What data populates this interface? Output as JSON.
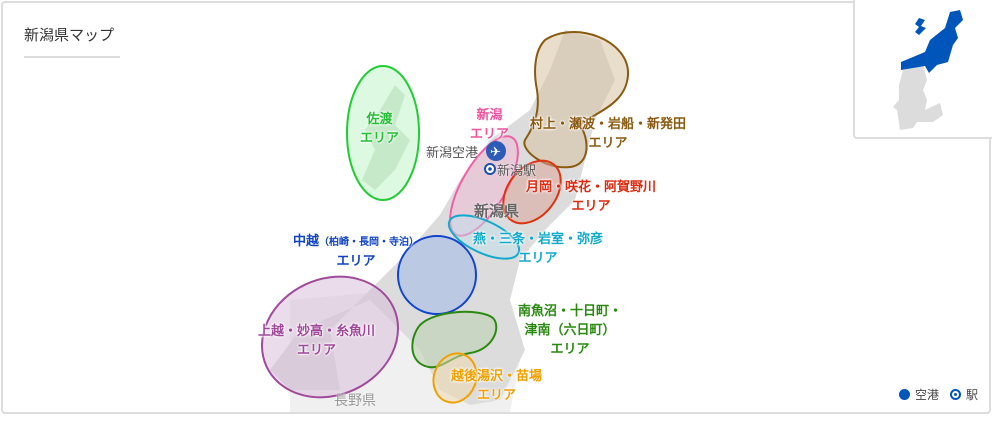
{
  "title": "新潟県マップ",
  "map": {
    "prefecture_label": "新潟県",
    "neighbor_label": "長野県",
    "airport_label": "新潟空港",
    "station_label": "新潟駅",
    "areas": [
      {
        "id": "sado",
        "line1": "佐渡",
        "line2": "エリア",
        "color": "#22c033"
      },
      {
        "id": "niigata",
        "line1": "新潟",
        "line2": "エリア",
        "color": "#f0549e"
      },
      {
        "id": "murakami",
        "line1": "村上・瀬波・岩船・新発田",
        "line2": "エリア",
        "color": "#8a5a10"
      },
      {
        "id": "tsukioka",
        "line1": "月岡・咲花・阿賀野川",
        "line2": "エリア",
        "color": "#dd2a10"
      },
      {
        "id": "tsubame",
        "line1": "燕・三条・岩室・弥彦",
        "line2": "エリア",
        "color": "#10aacc"
      },
      {
        "id": "chuetsu",
        "line1": "中越",
        "line1_sub": "（柏崎・長岡・寺泊）",
        "line2": "エリア",
        "color": "#1144c4"
      },
      {
        "id": "joetsu",
        "line1": "上越・妙高・糸魚川",
        "line2": "エリア",
        "color": "#a0489a"
      },
      {
        "id": "minami",
        "line1": "南魚沼・十日町・",
        "line1b": "津南（六日町）",
        "line2": "エリア",
        "color": "#2a8a10"
      },
      {
        "id": "yuzawa",
        "line1": "越後湯沢・苗場",
        "line2": "エリア",
        "color": "#f0a000"
      }
    ]
  },
  "legend": {
    "airport": "空港",
    "station": "駅",
    "color": "#0055bb"
  }
}
